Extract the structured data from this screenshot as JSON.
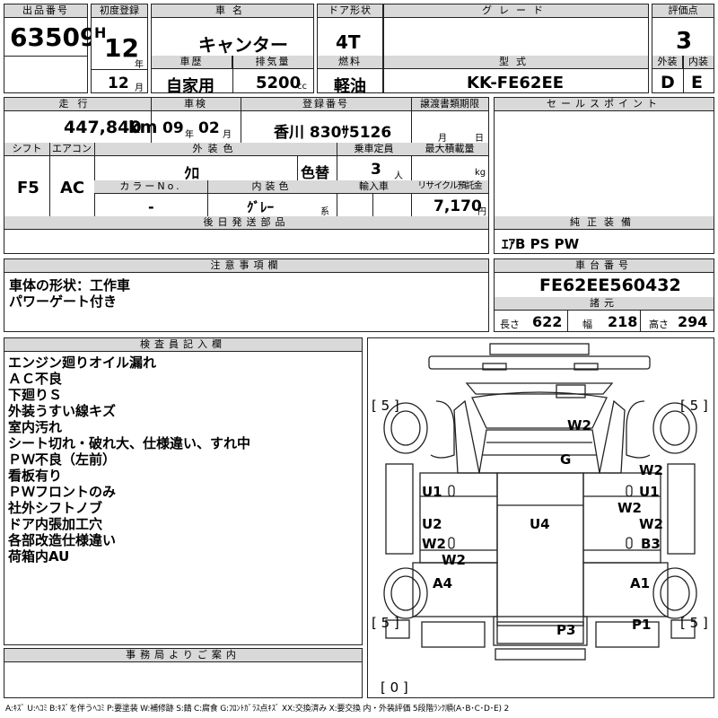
{
  "header": {
    "lot_label": "出品番号",
    "lot": "63509",
    "first_reg_label": "初度登録",
    "era": "H",
    "year": "12",
    "year_unit": "年",
    "month": "12",
    "month_unit": "月",
    "car_name_label": "車名",
    "car_name": "キャンター",
    "door_label": "ドア形状",
    "door": "4T",
    "grade_label": "グレード",
    "grade": "",
    "score_label": "評価点",
    "score": "3",
    "history_label": "車歴",
    "history": "自家用",
    "displacement_label": "排気量",
    "displacement": "5200",
    "displacement_unit": "cc",
    "fuel_label": "燃料",
    "fuel": "軽油",
    "model_label": "型式",
    "model": "KK-FE62EE",
    "exterior_label": "外装",
    "exterior": "D",
    "interior_label": "内装",
    "interior": "E"
  },
  "row2": {
    "mileage_label": "走行",
    "mileage": "447,840",
    "mileage_unit": "km",
    "inspection_label": "車検",
    "insp_year": "09",
    "insp_year_unit": "年",
    "insp_month": "02",
    "insp_month_unit": "月",
    "plate_label": "登録番号",
    "plate": "香川 830ｻ5126",
    "transfer_label": "譲渡書類期限",
    "transfer_month_unit": "月",
    "transfer_day_unit": "日",
    "sales_label": "セールスポイント"
  },
  "row3": {
    "shift_label": "シフト",
    "shift": "F5",
    "ac_label": "エアコン",
    "ac": "AC",
    "color_label": "外装色",
    "color": "ｸﾛ",
    "color_change": "色替",
    "capacity_label": "乗車定員",
    "capacity": "3",
    "capacity_unit": "人",
    "load_label": "最大積載量",
    "load_unit": "kg",
    "color_no_label": "カラーNo.",
    "color_no": "-",
    "int_color_label": "内装色",
    "int_color": "ｸﾞﾚｰ",
    "int_color_unit": "系",
    "import_label": "輸入車",
    "recycle_label": "リサイクル預託金",
    "recycle": "7,170",
    "recycle_unit": "円"
  },
  "later_label": "後日発送部品",
  "equipment_label": "純正装備",
  "equipment": "ｴｱB PS PW",
  "notice_label": "注意事項欄",
  "notice_lines": [
    "車体の形状：工作車",
    "パワーゲート付き"
  ],
  "chassis_label": "車台番号",
  "chassis": "FE62EE560432",
  "spec_label": "諸元",
  "length_label": "長さ",
  "length": "622",
  "width_label": "幅",
  "width": "218",
  "height_label": "高さ",
  "height": "294",
  "inspector_label": "検査員記入欄",
  "inspector_notes": [
    "エンジン廻りオイル漏れ",
    "ＡＣ不良",
    "下廻りＳ",
    "外装うすい線キズ",
    "室内汚れ",
    "シート切れ・破れ大、仕様違い、すれ中",
    "ＰＷ不良（左前）",
    "看板有り",
    "ＰＷフロントのみ",
    "社外シフトノブ",
    "ドア内張加工穴",
    "各部改造仕様違い",
    "荷箱内AU"
  ],
  "office_label": "事務局よりご案内",
  "diagram": {
    "tire_fl": "[ 5 ]",
    "tire_fr": "[ 5 ]",
    "tire_rl": "[ 5 ]",
    "tire_rr": "[ 5 ]",
    "spare": "[ 0 ]",
    "marks": {
      "w2_roof": "W2",
      "g_glass": "G",
      "w2_rfender": "W2",
      "u1_left": "U1",
      "u1_right": "U1",
      "w2_rdoor": "W2",
      "u2_left": "U2",
      "u4_center": "U4",
      "w2_rdoor2": "W2",
      "w2_left": "W2",
      "b3_right": "B3",
      "w2_lower": "W2",
      "a4_left": "A4",
      "a1_right": "A1",
      "p3_rear": "P3",
      "p1_right": "P1"
    }
  },
  "legend": "A:ｷｽﾞ U:ﾍｺﾐ B:ｷｽﾞを伴うﾍｺﾐ P:要塗装 W:補修跡 S:錆 C:腐食 G:ﾌﾛﾝﾄｶﾞﾗｽ点ｷｽﾞ XX:交換済み X:要交換 内・外装評価 5段階ﾗﾝｸ順(A･B･C･D･E) 2"
}
